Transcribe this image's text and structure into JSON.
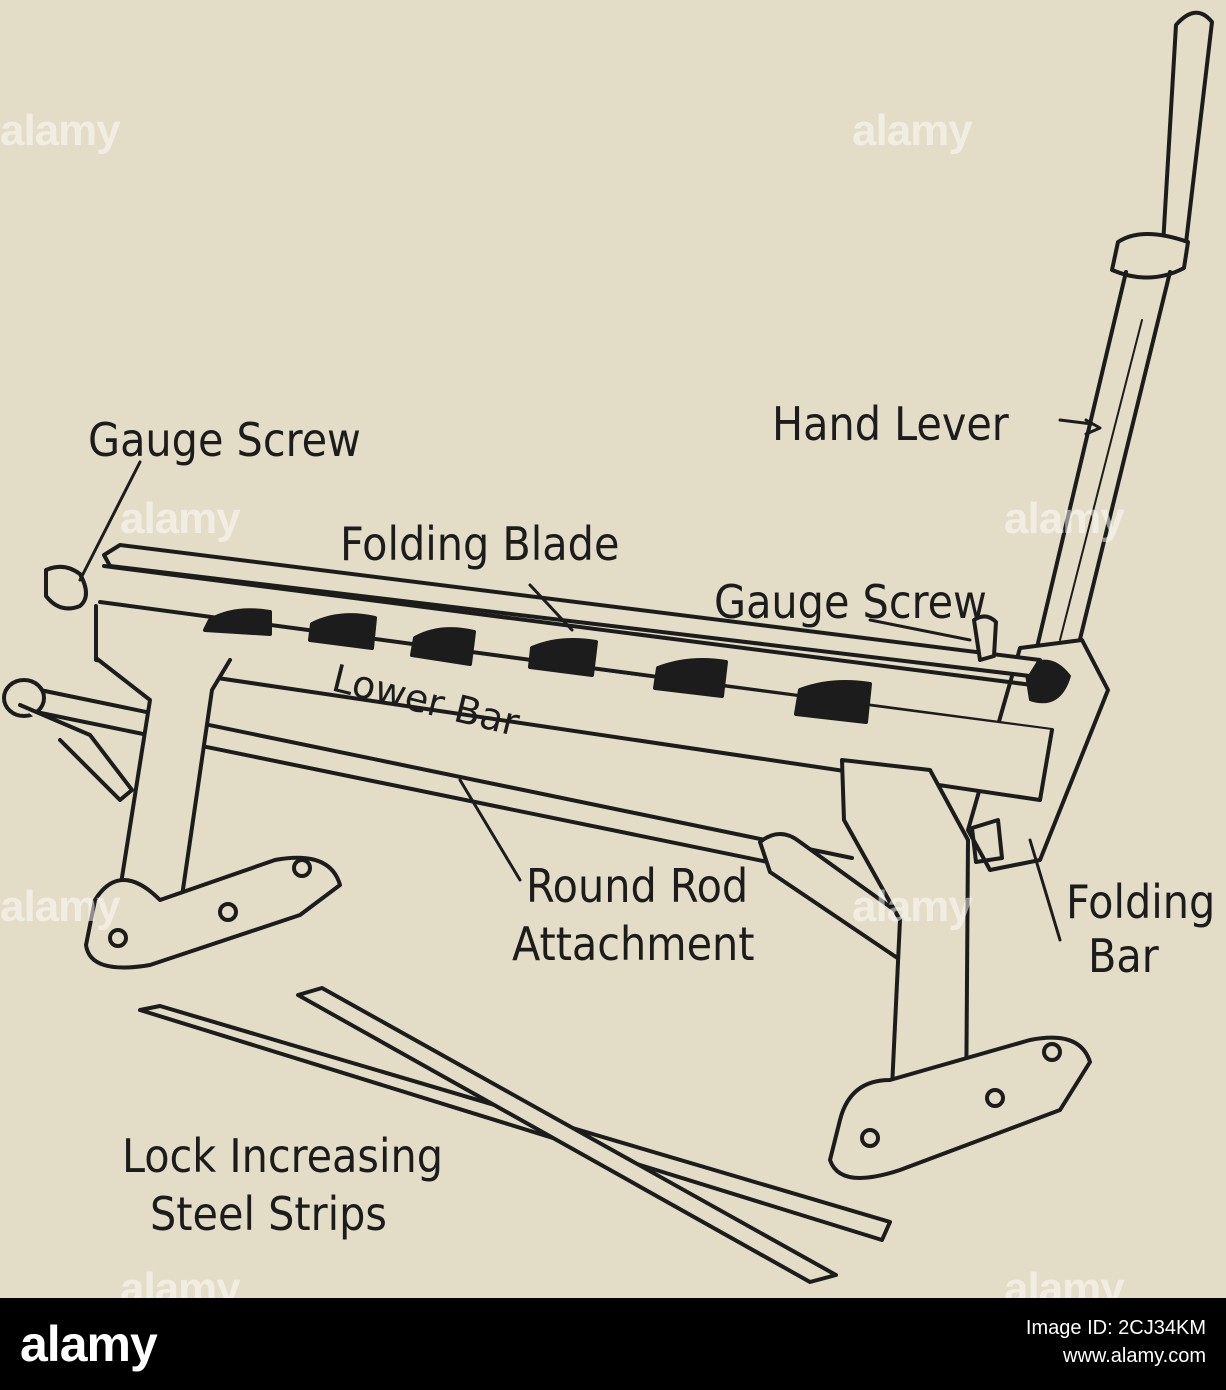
{
  "labels": {
    "hand_lever": "Hand Lever",
    "gauge_screw_left": "Gauge Screw",
    "folding_blade": "Folding Blade",
    "gauge_screw_right": "Gauge Screw",
    "lower_bar": "Lower Bar",
    "round_rod_line1": "Round Rod",
    "round_rod_line2": "Attachment",
    "folding_bar_line1": "Folding",
    "folding_bar_line2": "Bar",
    "lock_line1": "Lock Increasing",
    "lock_line2": "Steel Strips"
  },
  "watermark": "alamy",
  "footer": {
    "logo": "alamy",
    "image_id": "Image ID: 2CJ34KM",
    "url": "www.alamy.com"
  },
  "colors": {
    "paper": "#e3dcc6",
    "ink": "#1c1c1c",
    "footer_bg": "#000000"
  }
}
